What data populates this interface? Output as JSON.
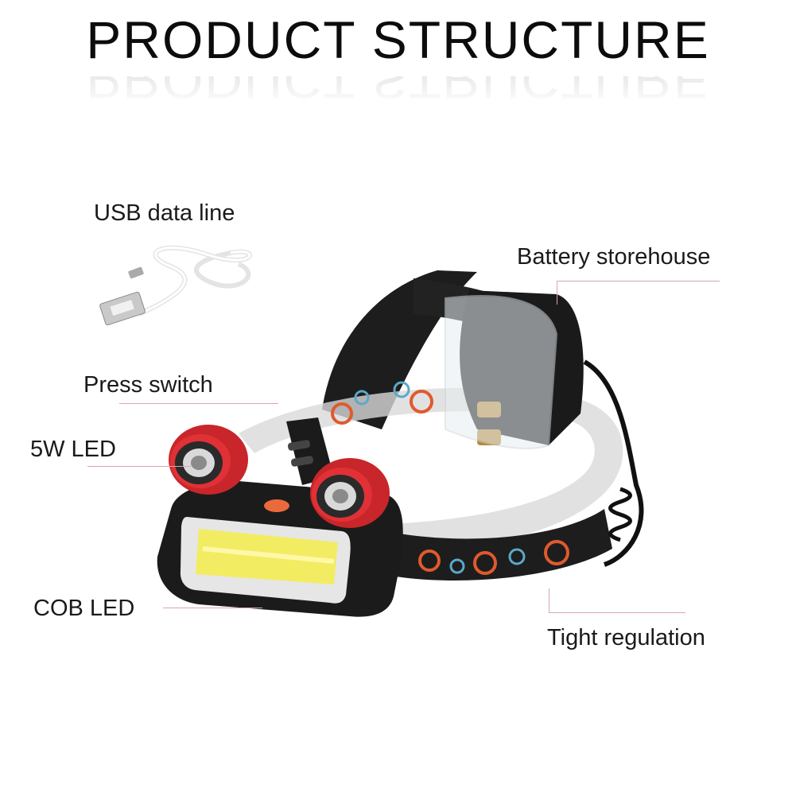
{
  "title": "PRODUCT STRUCTURE",
  "labels": {
    "usb": "USB data line",
    "battery": "Battery storehouse",
    "switch": "Press switch",
    "led5w": "5W LED",
    "cob": "COB LED",
    "tight": "Tight regulation"
  },
  "colors": {
    "red_accent": "#d8262a",
    "cob_yellow": "#f2f06a",
    "strap": "#1c1c1c",
    "leader": "#d9a6ad"
  }
}
